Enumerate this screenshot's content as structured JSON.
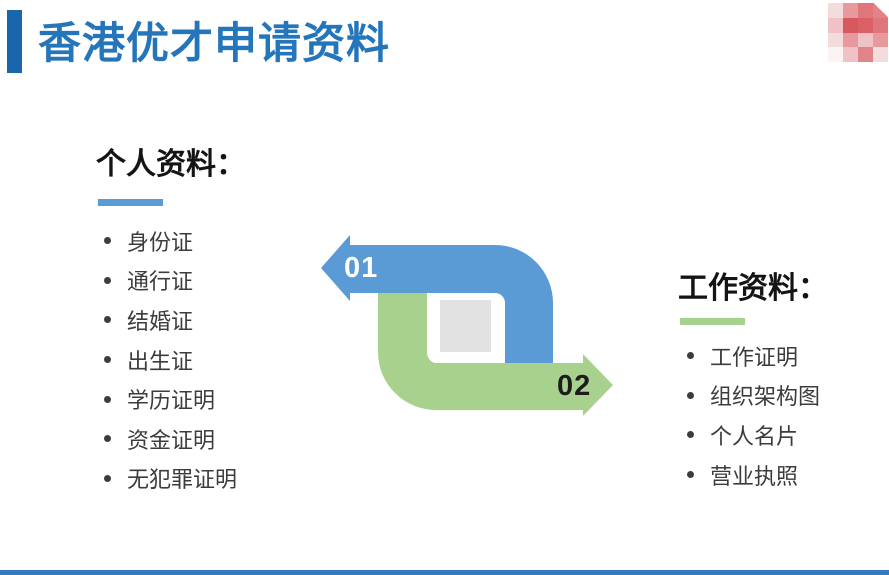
{
  "slide": {
    "title": "香港优才申请资料",
    "title_color": "#2475B9",
    "accent_bar_color": "#1A66AC"
  },
  "logo": {
    "icon": "pixelated-red-logo",
    "cells": [
      [
        "#F3DCDC",
        "#E8999D",
        "#DE767B",
        "#E18489"
      ],
      [
        "#EFC3C6",
        "#D9585E",
        "#DB6167",
        "#DE767B"
      ],
      [
        "#F3DCDC",
        "#E8999D",
        "#EFC3C6",
        "#E8999D"
      ],
      [
        "#FBF3F3",
        "#EFC3C6",
        "#E18489",
        "#F3DCDC"
      ]
    ]
  },
  "personal": {
    "heading": "个人资料：",
    "underline_color": "#5B9BD5",
    "items": [
      "身份证",
      "通行证",
      "结婚证",
      "出生证",
      "学历证明",
      "资金证明",
      "无犯罪证明"
    ]
  },
  "work": {
    "heading": "工作资料：",
    "underline_color": "#A9D18E",
    "items": [
      "工作证明",
      "组织架构图",
      "个人名片",
      "营业执照"
    ]
  },
  "diagram": {
    "step1_label": "01",
    "step2_label": "02",
    "arrow1_color": "#5B9BD5",
    "arrow2_color": "#A9D18E",
    "center_square_color": "#E2E2E2"
  },
  "footer": {
    "bar_color": "#3679BE"
  }
}
